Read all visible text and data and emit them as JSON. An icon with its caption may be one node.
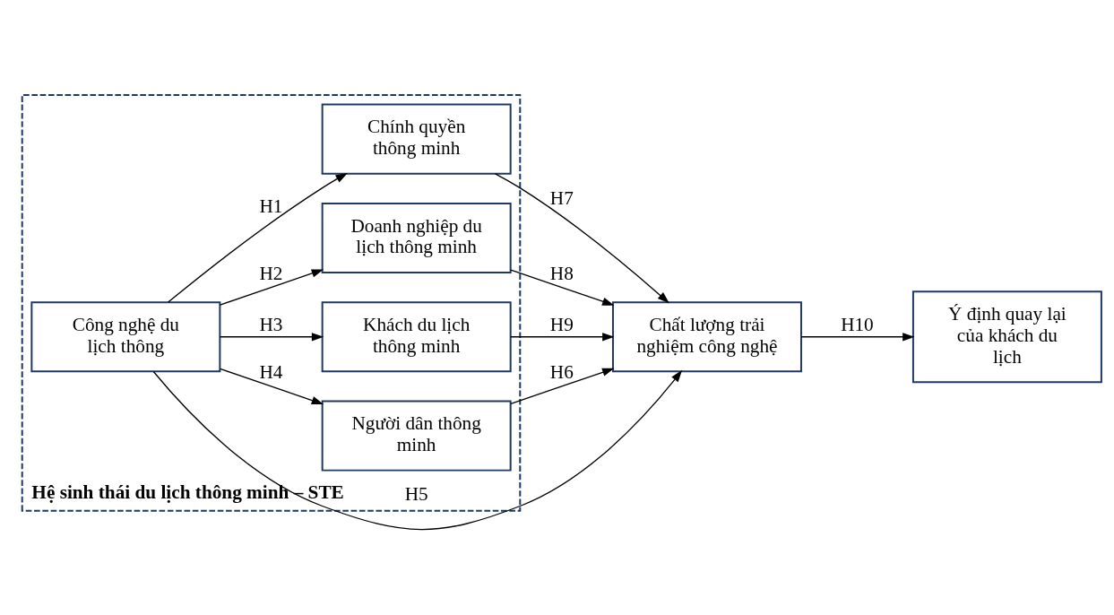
{
  "diagram": {
    "nodes": [
      {
        "text": [
          "Hệ sinh thái du lịch thông minh – STE"
        ]
      },
      {
        "text": [
          "Công nghệ du lịch thông"
        ],
        "in": 0
      },
      {
        "text": [
          "Chính quyền thông minh"
        ],
        "in": 0
      },
      {
        "text": [
          "Doanh nghiệp du lịch thông minh"
        ],
        "in": 0
      },
      {
        "text": [
          "Khách du lịch thông minh"
        ],
        "in": 0
      },
      {
        "text": [
          "Người dân thông minh"
        ],
        "in": 0
      },
      {
        "text": [
          "Chất lượng trải nghiệm công nghệ"
        ]
      },
      {
        "text": [
          "Ý định quay lại của khách du lịch"
        ]
      }
    ],
    "edges": [
      {
        "from": 1,
        "to": 2,
        "arrow": "to",
        "label": "H1"
      },
      {
        "from": 1,
        "to": 3,
        "arrow": "to",
        "label": "H2"
      },
      {
        "from": 1,
        "to": 6,
        "arrow": "to",
        "label": "H5"
      },
      {
        "from": 1,
        "to": 4,
        "arrow": "to",
        "label": "H3"
      },
      {
        "from": 1,
        "to": 5,
        "arrow": "to",
        "label": "H4"
      },
      {
        "from": 2,
        "to": 6,
        "arrow": "to",
        "label": "H7"
      },
      {
        "from": 3,
        "to": 6,
        "arrow": "to",
        "label": "H8"
      },
      {
        "from": 4,
        "to": 6,
        "arrow": "to",
        "label": "H9"
      },
      {
        "from": 5,
        "to": 6,
        "arrow": "to",
        "label": "H6"
      },
      {
        "from": 6,
        "to": 7,
        "arrow": "to",
        "label": "H10"
      }
    ]
  }
}
